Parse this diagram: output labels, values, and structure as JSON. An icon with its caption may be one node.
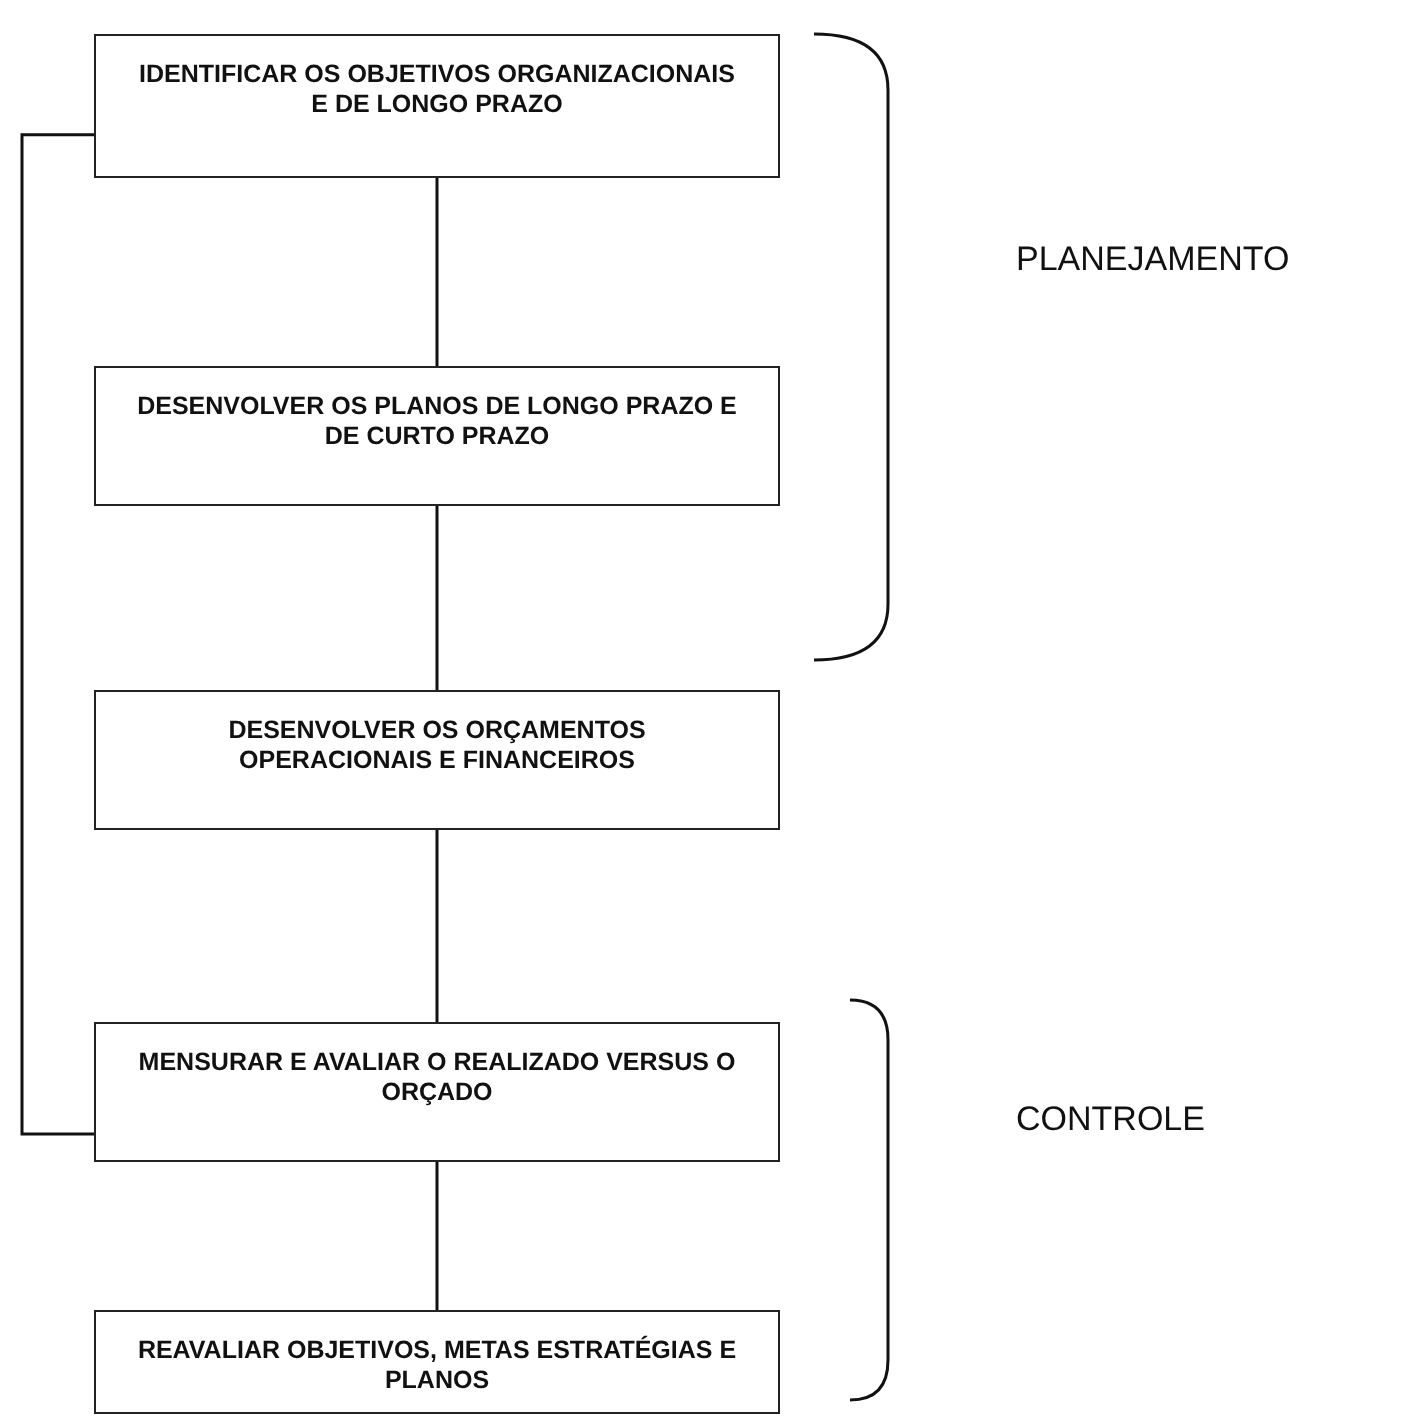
{
  "diagram": {
    "nodes": [
      {
        "text": [
          "IDENTIFICAR OS OBJETIVOS ORGANIZACIONAIS E DE LONGO PRAZO"
        ]
      },
      {
        "text": [
          "DESENVOLVER OS PLANOS DE LONGO PRAZO E DE CURTO PRAZO"
        ]
      },
      {
        "text": [
          "DESENVOLVER OS ORÇAMENTOS OPERACIONAIS E FINANCEIROS"
        ]
      },
      {
        "text": [
          "MENSURAR E AVALIAR O REALIZADO VERSUS O ORÇADO"
        ]
      },
      {
        "text": [
          "REAVALIAR OBJETIVOS, METAS ESTRATÉGIAS E PLANOS"
        ]
      }
    ],
    "edges": [
      {
        "from": 0,
        "to": 1,
        "arrow": "none"
      },
      {
        "from": 1,
        "to": 2,
        "arrow": "none"
      },
      {
        "from": 2,
        "to": 3,
        "arrow": "none"
      },
      {
        "from": 3,
        "to": 4,
        "arrow": "none"
      },
      {
        "from": 3,
        "to": 0,
        "arrow": "none"
      }
    ],
    "labels": [
      "PLANEJAMENTO",
      "CONTROLE"
    ]
  }
}
